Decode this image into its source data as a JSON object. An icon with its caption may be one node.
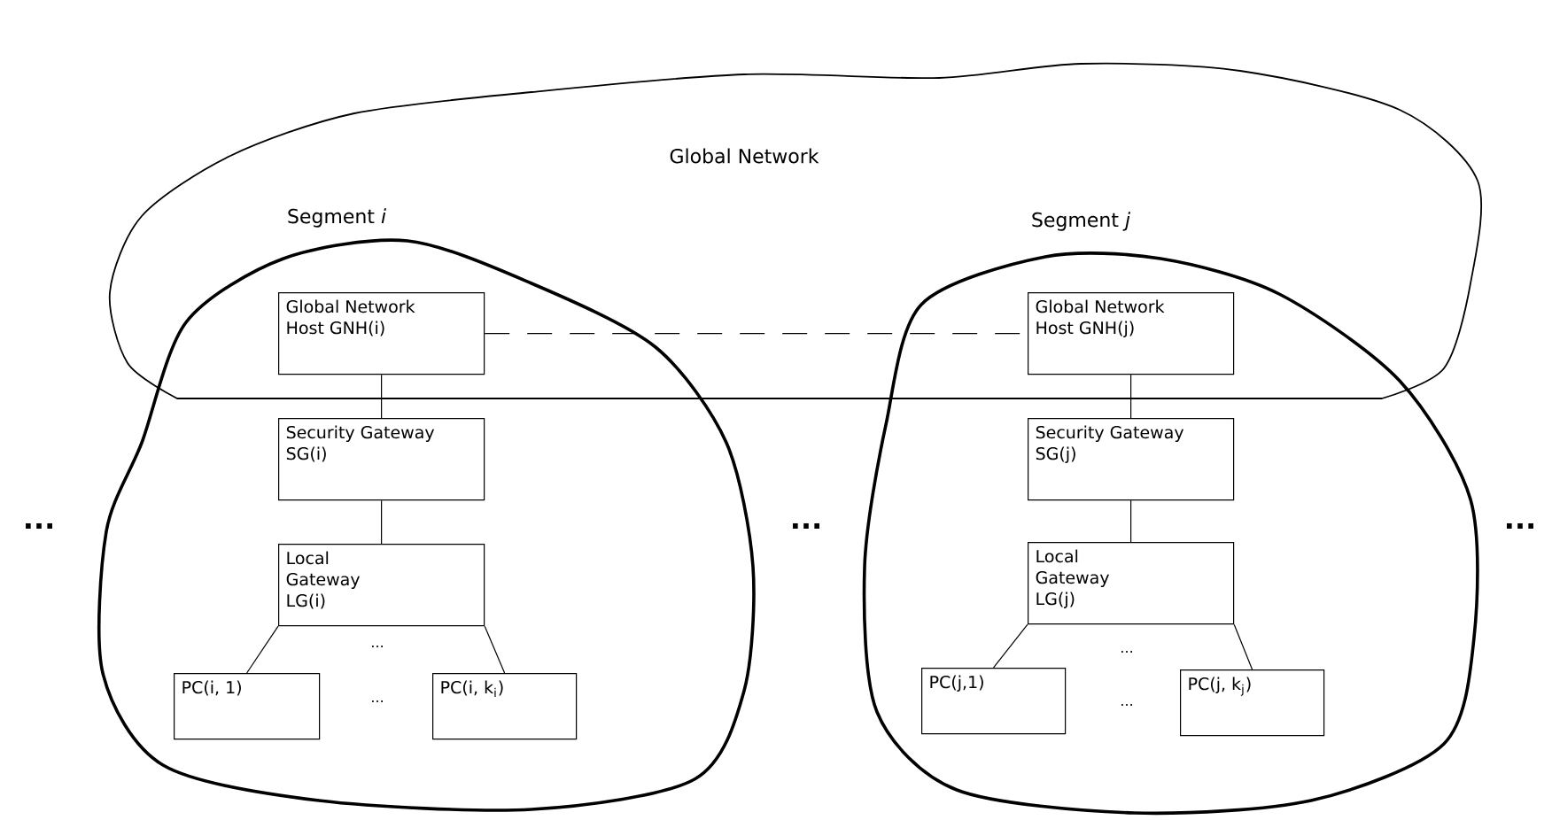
{
  "diagram": {
    "nodes": [
      {
        "text": [
          "Global Network"
        ]
      },
      {
        "text": [
          "Segment *i*"
        ]
      },
      {
        "text": [
          "Global Network Host GNH(i)"
        ],
        "in": 1
      },
      {
        "text": [
          "Security Gateway SG(i)"
        ],
        "in": 1
      },
      {
        "text": [
          "Local Gateway LG(i)"
        ],
        "in": 1
      },
      {
        "text": [
          "PC(i, 1)"
        ],
        "in": 1
      },
      {
        "text": [
          "PC(i, k$_{i}$)"
        ],
        "in": 1
      },
      {
        "text": [
          "Segment *j*"
        ]
      },
      {
        "text": [
          "Global Network Host GNH(j)"
        ],
        "in": 7
      },
      {
        "text": [
          "Security Gateway SG(j)"
        ],
        "in": 7
      },
      {
        "text": [
          "Local Gateway LG(j)"
        ],
        "in": 7
      },
      {
        "text": [
          "PC(j,1)"
        ],
        "in": 7
      },
      {
        "text": [
          "PC(j, k$_{j}$)"
        ],
        "in": 7
      }
    ],
    "edges": [
      {
        "from": 2,
        "to": 3,
        "arrow": "none"
      },
      {
        "from": 3,
        "to": 4,
        "arrow": "none"
      },
      {
        "from": 4,
        "to": 5,
        "arrow": "none"
      },
      {
        "from": 4,
        "to": 6,
        "arrow": "none"
      },
      {
        "from": 2,
        "to": 8,
        "arrow": "none",
        "style": "dashed"
      },
      {
        "from": 8,
        "to": 9,
        "arrow": "none"
      },
      {
        "from": 9,
        "to": 10,
        "arrow": "none"
      },
      {
        "from": 10,
        "to": 11,
        "arrow": "none"
      },
      {
        "from": 10,
        "to": 12,
        "arrow": "none"
      }
    ],
    "labels": [
      "...",
      "...",
      "...",
      "...",
      "...",
      "...",
      "..."
    ]
  }
}
